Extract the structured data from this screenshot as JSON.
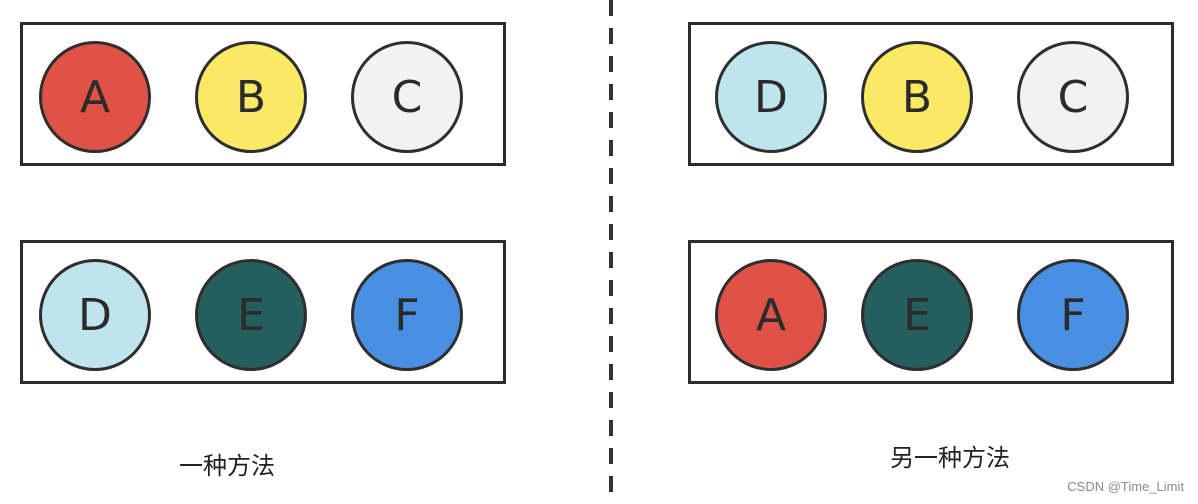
{
  "colors": {
    "A": "#e05245",
    "B": "#f9e964",
    "C": "#f2f2f2",
    "D": "#bee5ee",
    "E": "#245f5e",
    "F": "#4a90e2"
  },
  "left": {
    "caption": "一种方法",
    "top_row": [
      "A",
      "B",
      "C"
    ],
    "bottom_row": [
      "D",
      "E",
      "F"
    ]
  },
  "right": {
    "caption": "另一种方法",
    "top_row": [
      "D",
      "B",
      "C"
    ],
    "bottom_row": [
      "A",
      "E",
      "F"
    ]
  },
  "watermark": "CSDN @Time_Limit"
}
